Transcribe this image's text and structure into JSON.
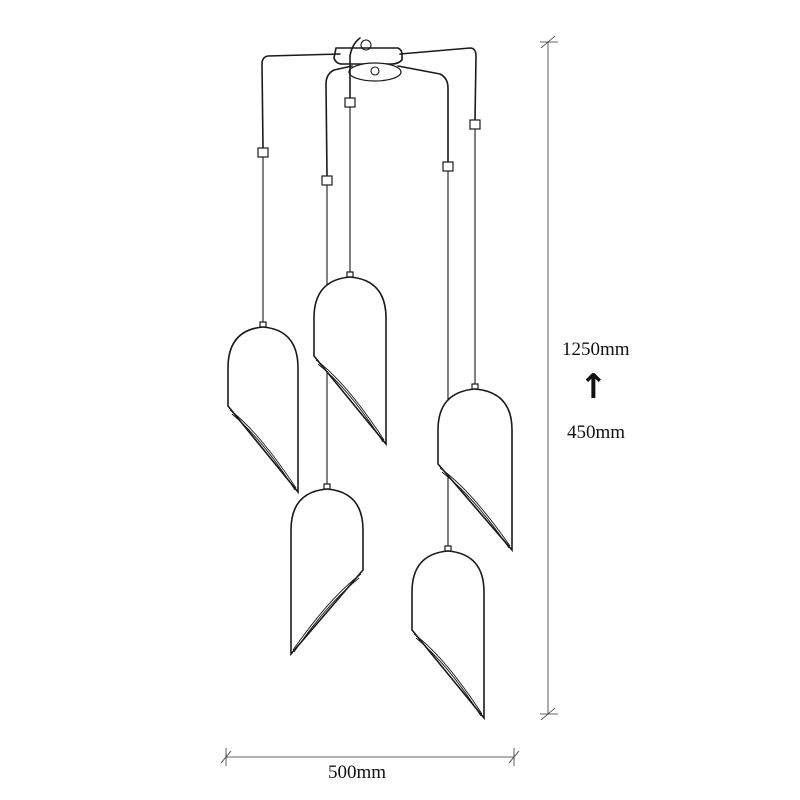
{
  "dimensions": {
    "height_max": "1250mm",
    "height_min": "450mm",
    "width": "500mm",
    "adjust_arrow_icon": "up-arrow-icon"
  },
  "product": {
    "pendant_count": 5,
    "icon": "pendant-lamp-icon"
  },
  "colors": {
    "line": "#1a1a1a",
    "background": "#ffffff"
  }
}
